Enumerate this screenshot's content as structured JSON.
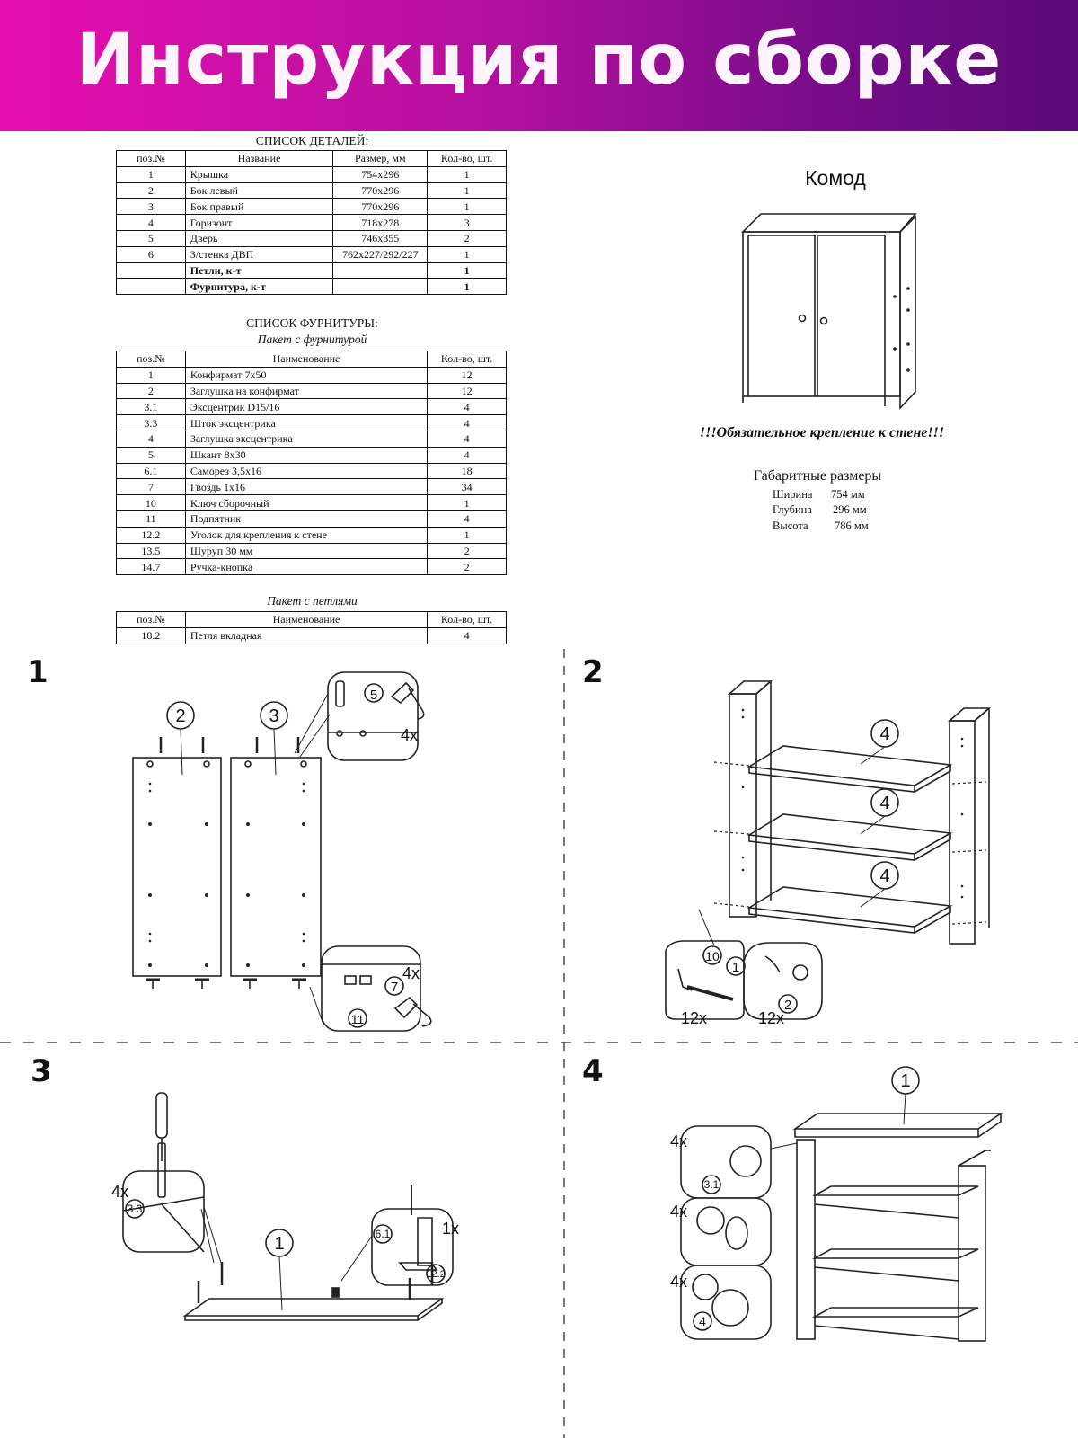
{
  "header": {
    "title": "Инструкция по сборке"
  },
  "parts": {
    "caption": "СПИСОК ДЕТАЛЕЙ:",
    "columns": [
      "поз.№",
      "Название",
      "Размер, мм",
      "Кол-во, шт."
    ],
    "rows": [
      [
        "1",
        "Крышка",
        "754х296",
        "1"
      ],
      [
        "2",
        "Бок левый",
        "770х296",
        "1"
      ],
      [
        "3",
        "Бок правый",
        "770х296",
        "1"
      ],
      [
        "4",
        "Горизонт",
        "718х278",
        "3"
      ],
      [
        "5",
        "Дверь",
        "746х355",
        "2"
      ],
      [
        "6",
        "З/стенка ДВП",
        "762х227/292/227",
        "1"
      ]
    ],
    "bold_rows": [
      [
        "",
        "Петли, к-т",
        "",
        "1"
      ],
      [
        "",
        "Фурнитура, к-т",
        "",
        "1"
      ]
    ]
  },
  "hardware": {
    "caption": "СПИСОК ФУРНИТУРЫ:",
    "subcaption": "Пакет с фурнитурой",
    "columns": [
      "поз.№",
      "Наименование",
      "Кол-во, шт."
    ],
    "rows": [
      [
        "1",
        "Конфирмат 7х50",
        "12"
      ],
      [
        "2",
        "Заглушка на конфирмат",
        "12"
      ],
      [
        "3.1",
        "Эксцентрик D15/16",
        "4"
      ],
      [
        "3.3",
        "Шток эксцентрика",
        "4"
      ],
      [
        "4",
        "Заглушка эксцентрика",
        "4"
      ],
      [
        "5",
        "Шкант 8х30",
        "4"
      ],
      [
        "6.1",
        "Саморез 3,5х16",
        "18"
      ],
      [
        "7",
        "Гвоздь 1х16",
        "34"
      ],
      [
        "10",
        "Ключ сборочный",
        "1"
      ],
      [
        "11",
        "Подпятник",
        "4"
      ],
      [
        "12.2",
        "Уголок для крепления к стене",
        "1"
      ],
      [
        "13.5",
        "Шуруп 30 мм",
        "2"
      ],
      [
        "14.7",
        "Ручка-кнопка",
        "2"
      ]
    ]
  },
  "hinges": {
    "subcaption": "Пакет с петлями",
    "columns": [
      "поз.№",
      "Наименование",
      "Кол-во, шт."
    ],
    "rows": [
      [
        "18.2",
        "Петля вкладная",
        "4"
      ]
    ]
  },
  "product": {
    "title": "Комод",
    "warning": "!!!Обязательное крепление к стене!!!",
    "dims_title": "Габаритные размеры",
    "dims": [
      [
        "Ширина",
        "754 мм"
      ],
      [
        "Глубина",
        "296 мм"
      ],
      [
        "Высота",
        "786 мм"
      ]
    ]
  },
  "steps": {
    "s1": {
      "number": "1",
      "callouts": [
        "2",
        "3",
        "5",
        "7",
        "11"
      ],
      "counts": [
        "4x",
        "4x"
      ]
    },
    "s2": {
      "number": "2",
      "callouts": [
        "4",
        "4",
        "4",
        "10",
        "1",
        "2"
      ],
      "counts": [
        "12x",
        "12x"
      ]
    },
    "s3": {
      "number": "3",
      "callouts": [
        "1",
        "3.3",
        "6.1",
        "12.2"
      ],
      "counts": [
        "4x",
        "1x"
      ]
    },
    "s4": {
      "number": "4",
      "callouts": [
        "1",
        "3.1",
        "4"
      ],
      "counts": [
        "4x",
        "4x",
        "4x"
      ]
    }
  }
}
